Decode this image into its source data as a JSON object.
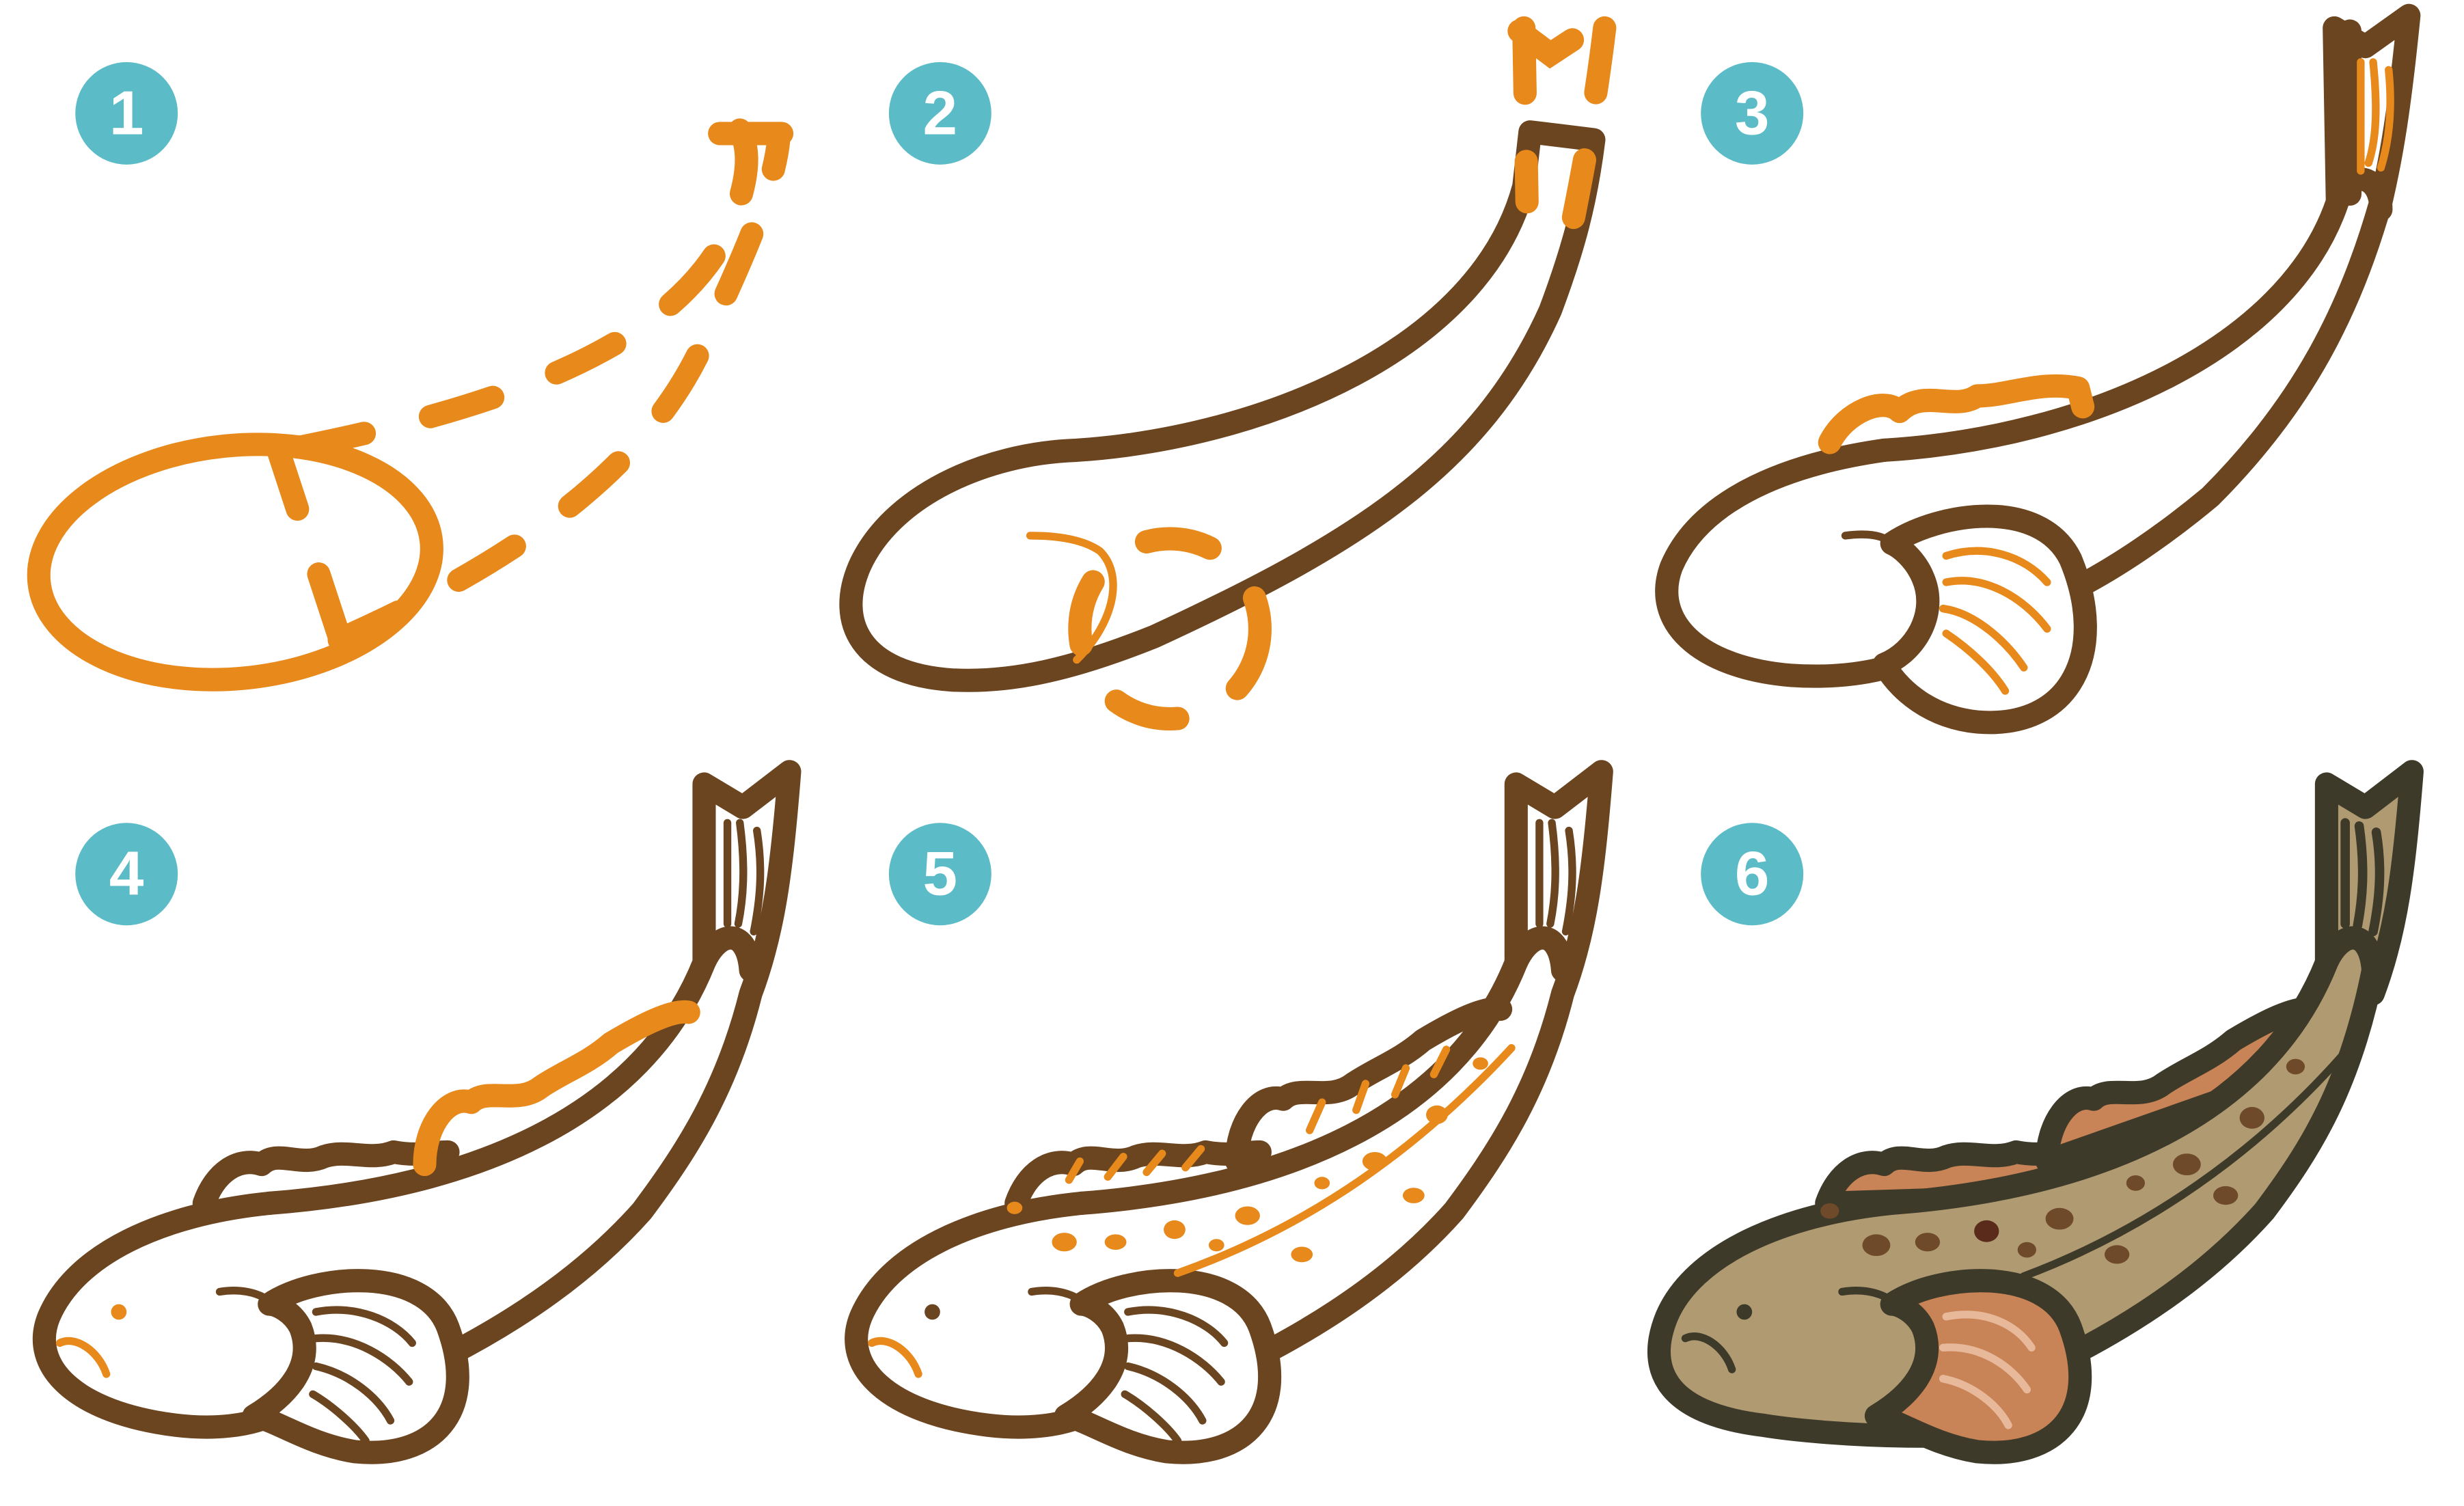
{
  "steps": [
    {
      "number": "1"
    },
    {
      "number": "2"
    },
    {
      "number": "3"
    },
    {
      "number": "4"
    },
    {
      "number": "5"
    },
    {
      "number": "6"
    }
  ],
  "colors": {
    "badge": "#5bbcc7",
    "badge_text": "#ffffff",
    "outline": "#6b4420",
    "guide": "#e8891c",
    "body_fill_final": "#b09a72",
    "fin_fill_final": "#c88456",
    "outline_final": "#3e3a2a"
  },
  "icons": [
    "step-number-badge",
    "fish-drawing"
  ]
}
